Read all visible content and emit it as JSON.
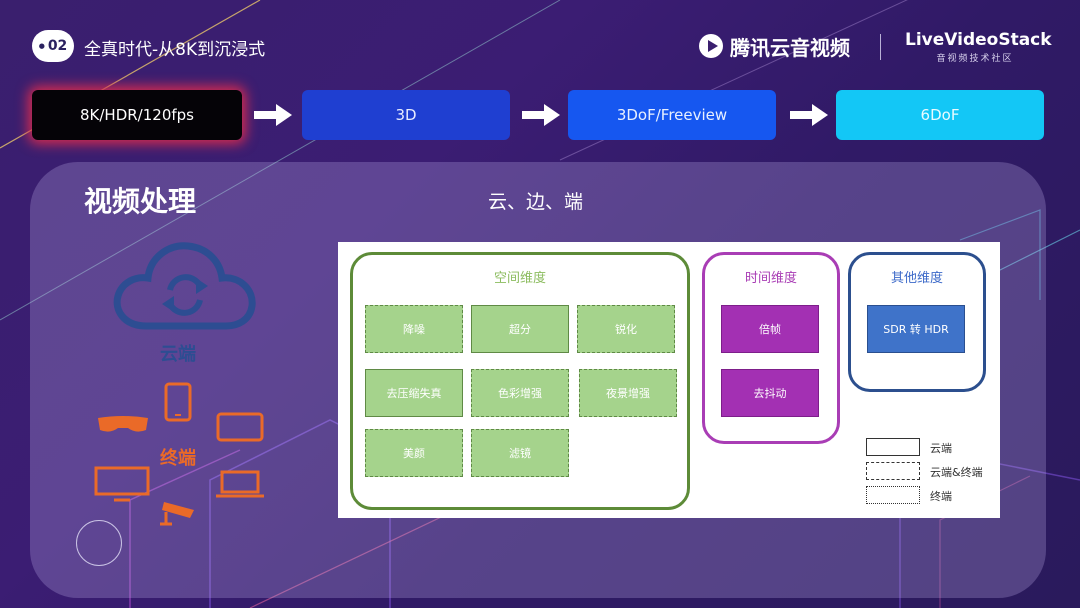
{
  "header": {
    "badge": "02",
    "title": "全真时代-从8K到沉浸式",
    "brand_name": "腾讯云音视频",
    "lvs_name": "LiveVideoStack",
    "lvs_sub": "音视频技术社区"
  },
  "flow": {
    "steps": [
      "8K/HDR/120fps",
      "3D",
      "3DoF/Freeview",
      "6DoF"
    ],
    "colors": [
      "#050307",
      "#1f3fd1",
      "#1657f0",
      "#13c7f6"
    ]
  },
  "panel": {
    "title": "视频处理",
    "subtitle": "云、边、端",
    "cloud_label": "云端",
    "terminal_label": "终端",
    "accent_cloud": "#2d4d92",
    "accent_terminal": "#ea6a28"
  },
  "diagram": {
    "space": {
      "title": "空间维度",
      "items": [
        "降噪",
        "超分",
        "锐化",
        "去压缩失真",
        "色彩增强",
        "夜景增强",
        "美颜",
        "滤镜"
      ]
    },
    "time": {
      "title": "时间维度",
      "items": [
        "倍帧",
        "去抖动"
      ]
    },
    "other": {
      "title": "其他维度",
      "items": [
        "SDR 转 HDR"
      ]
    },
    "legend": [
      "云端",
      "云端&终端",
      "终端"
    ]
  }
}
